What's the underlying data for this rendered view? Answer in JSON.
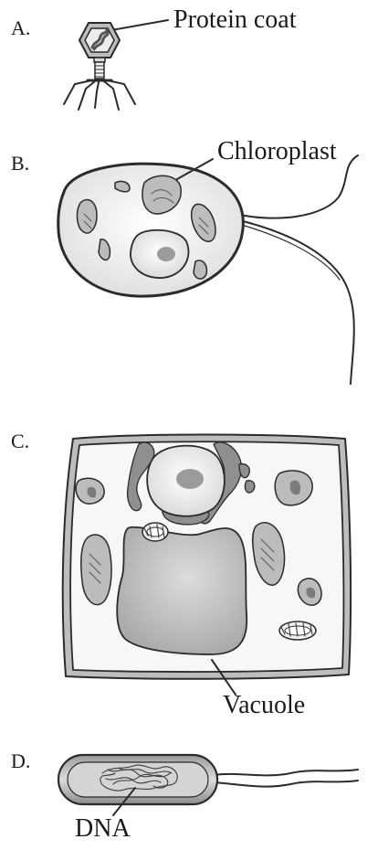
{
  "panels": [
    {
      "letter": "A.",
      "structure": "virus",
      "callout": "Protein coat"
    },
    {
      "letter": "B.",
      "structure": "flagellated-protist",
      "callout": "Chloroplast"
    },
    {
      "letter": "C.",
      "structure": "plant-cell",
      "callout": "Vacuole"
    },
    {
      "letter": "D.",
      "structure": "bacterium",
      "callout": "DNA"
    }
  ],
  "colors": {
    "outline": "#2b2b2b",
    "light_fill": "#efefef",
    "mid_fill": "#cfcfcf",
    "dark_fill": "#8a8a8a",
    "background": "#ffffff"
  }
}
